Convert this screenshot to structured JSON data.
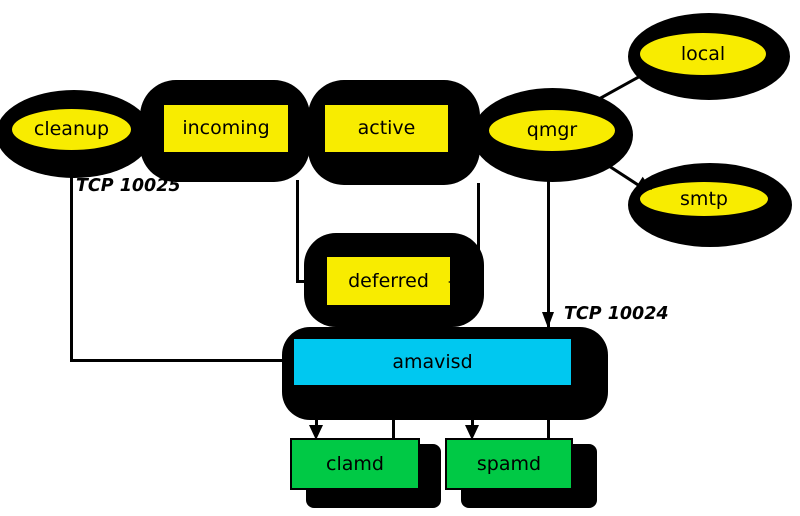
{
  "diagram": {
    "nodes": {
      "cleanup": {
        "label": "cleanup",
        "shape": "ellipse",
        "fill": "yellow"
      },
      "incoming": {
        "label": "incoming",
        "shape": "rect",
        "fill": "yellow"
      },
      "active": {
        "label": "active",
        "shape": "rect",
        "fill": "yellow"
      },
      "qmgr": {
        "label": "qmgr",
        "shape": "ellipse",
        "fill": "yellow"
      },
      "local": {
        "label": "local",
        "shape": "ellipse",
        "fill": "yellow"
      },
      "smtp": {
        "label": "smtp",
        "shape": "ellipse",
        "fill": "yellow"
      },
      "deferred": {
        "label": "deferred",
        "shape": "rect",
        "fill": "yellow"
      },
      "amavisd": {
        "label": "amavisd",
        "shape": "rect",
        "fill": "cyan"
      },
      "clamd": {
        "label": "clamd",
        "shape": "rect",
        "fill": "green"
      },
      "spamd": {
        "label": "spamd",
        "shape": "rect",
        "fill": "green"
      }
    },
    "annotations": {
      "tcp10025": "TCP 10025",
      "tcp10024": "TCP 10024"
    },
    "edges": [
      {
        "from": "cleanup",
        "to": "amavisd",
        "arrow": false,
        "label": "TCP 10025"
      },
      {
        "from": "incoming",
        "to": "deferred",
        "arrow": false
      },
      {
        "from": "active",
        "to": "deferred",
        "arrow": true
      },
      {
        "from": "qmgr",
        "to": "amavisd",
        "arrow": true,
        "label": "TCP 10024"
      },
      {
        "from": "qmgr",
        "to": "local",
        "arrow": false
      },
      {
        "from": "qmgr",
        "to": "smtp",
        "arrow": true
      },
      {
        "from": "amavisd",
        "to": "clamd",
        "arrow": true
      },
      {
        "from": "amavisd",
        "to": "clamd",
        "arrow": false
      },
      {
        "from": "amavisd",
        "to": "spamd",
        "arrow": true
      },
      {
        "from": "amavisd",
        "to": "spamd",
        "arrow": false
      }
    ],
    "colors": {
      "node_yellow": "#f8ec00",
      "amavisd_cyan": "#00c8f0",
      "daemon_green": "#00c945",
      "outline": "#000000",
      "background": "#ffffff"
    }
  }
}
